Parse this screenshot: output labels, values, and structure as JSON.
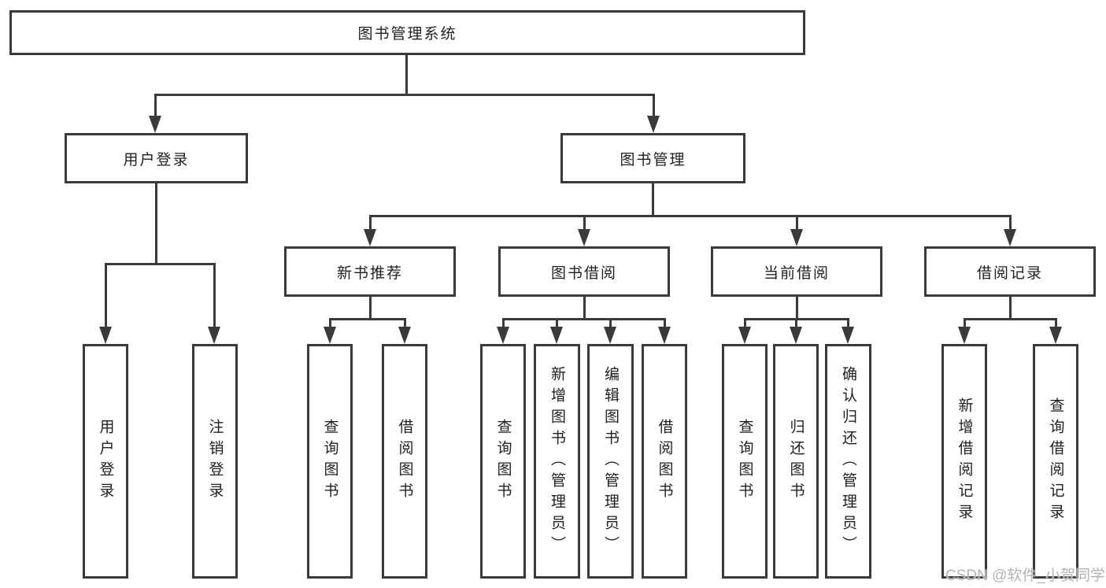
{
  "diagram_title": "图书管理系统",
  "colors": {
    "line": "#3a3a3a",
    "box_border": "#3a3a3a",
    "text": "#1f1f1f",
    "background": "#ffffff",
    "watermark": "#b3b3b3"
  },
  "nodes": {
    "root": {
      "label": "图书管理系统"
    },
    "level2": [
      {
        "label": "用户登录"
      },
      {
        "label": "图书管理"
      }
    ],
    "level3": [
      {
        "label": "新书推荐"
      },
      {
        "label": "图书借阅"
      },
      {
        "label": "当前借阅"
      },
      {
        "label": "借阅记录"
      }
    ],
    "leaves": {
      "user_login": "用户登录",
      "logout": "注销登录",
      "recommend_query_books": "查询图书",
      "recommend_borrow_books": "借阅图书",
      "borrow_query_books": "查询图书",
      "borrow_add_books_admin": "新增图书（管理员）",
      "borrow_edit_books_admin": "编辑图书（管理员）",
      "borrow_borrow_books": "借阅图书",
      "current_query_books": "查询图书",
      "current_return_books": "归还图书",
      "current_confirm_return_admin": "确认归还（管理员）",
      "records_add_record": "新增借阅记录",
      "records_query_record": "查询借阅记录"
    }
  },
  "watermark": "CSDN @软件_小贺同学"
}
